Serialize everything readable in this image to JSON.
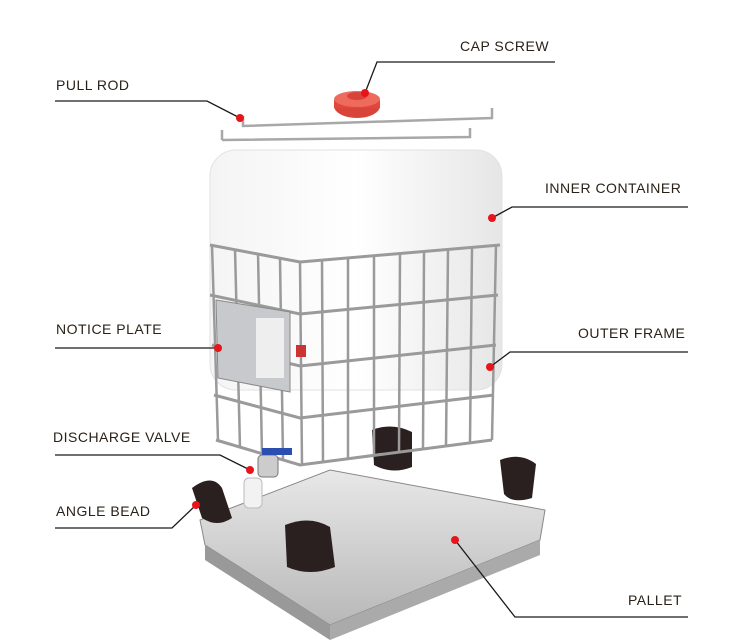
{
  "title": "IBC tote components",
  "labels": {
    "cap_screw": "CAP SCREW",
    "pull_rod": "PULL ROD",
    "inner_container": "INNER CONTAINER",
    "notice_plate": "NOTICE PLATE",
    "outer_frame": "OUTER FRAME",
    "discharge_valve": "DISCHARGE VALVE",
    "angle_bead": "ANGLE BEAD",
    "pallet": "PALLET"
  },
  "colors": {
    "marker": "#e8141b",
    "cap": "#e0483a",
    "leader": "#1a1a1a",
    "valve": "#2a4fb0"
  }
}
